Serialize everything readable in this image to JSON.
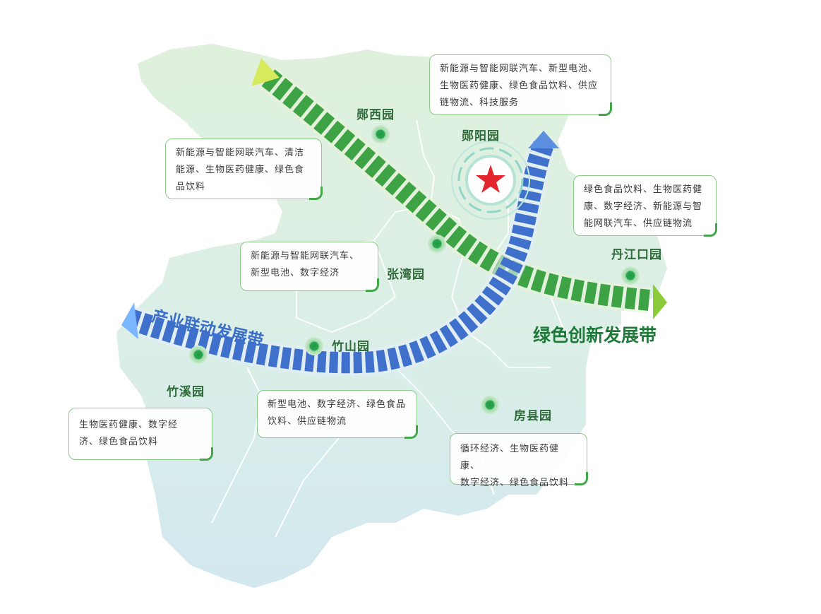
{
  "colors": {
    "green_belt_start": "#d6ea5c",
    "green_belt_mid": "#2e9a3d",
    "green_belt_end": "#8ccc3a",
    "blue_belt_start": "#7ab6ff",
    "blue_belt_end": "#2e5fc0",
    "park_name": "#2f6b3a",
    "star": "#e3262e"
  },
  "belts": {
    "green": "绿色创新发展带",
    "blue": "产业联动发展带"
  },
  "parks": [
    {
      "id": "yunxi",
      "name": "郧西园",
      "icon": "park-dot-icon"
    },
    {
      "id": "yunyang",
      "name": "郧阳园",
      "icon": "red-star-icon"
    },
    {
      "id": "danjiangkou",
      "name": "丹江口园",
      "icon": "park-dot-icon"
    },
    {
      "id": "zhangwan",
      "name": "张湾园",
      "icon": "park-dot-icon"
    },
    {
      "id": "zhushan",
      "name": "竹山园",
      "icon": "park-dot-icon"
    },
    {
      "id": "zhuxi",
      "name": "竹溪园",
      "icon": "park-dot-icon"
    },
    {
      "id": "fangxian",
      "name": "房县园",
      "icon": "park-dot-icon"
    }
  ],
  "industry_boxes": {
    "yunyang": [
      "新能源与智能网联汽车、新型电池、",
      "生物医药健康、绿色食品饮料、供应",
      "链物流、科技服务"
    ],
    "yunxi": [
      "新能源与智能网联汽车、清洁",
      "能源、生物医药健康、绿色食",
      "品饮料"
    ],
    "danjiangkou": [
      "绿色食品饮料、生物医药健",
      "康、数字经济、新能源与智",
      "能网联汽车、供应链物流"
    ],
    "zhangwan": [
      "新能源与智能网联汽车、",
      "新型电池、数字经济"
    ],
    "zhushan": [
      "新型电池、数字经济、绿色食品",
      "饮料、供应链物流"
    ],
    "zhuxi": [
      "生物医药健康、数字经",
      "济、绿色食品饮料"
    ],
    "fangxian": [
      "循环经济、生物医药健康、",
      "数字经济、绿色食品饮料"
    ]
  }
}
